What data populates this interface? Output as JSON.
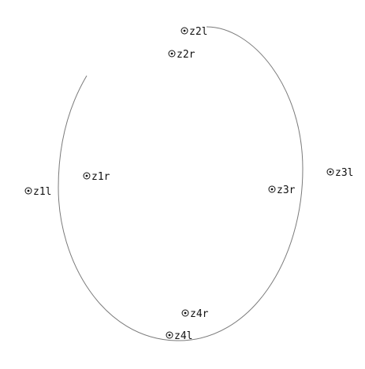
{
  "points": [
    {
      "id": "z1l",
      "label": "z1l",
      "icon": "circled-dot-icon"
    },
    {
      "id": "z1r",
      "label": "z1r",
      "icon": "circled-dot-icon"
    },
    {
      "id": "z2l",
      "label": "z2l",
      "icon": "circled-dot-icon"
    },
    {
      "id": "z2r",
      "label": "z2r",
      "icon": "circled-dot-icon"
    },
    {
      "id": "z3l",
      "label": "z3l",
      "icon": "circled-dot-icon"
    },
    {
      "id": "z3r",
      "label": "z3r",
      "icon": "circled-dot-icon"
    },
    {
      "id": "z4l",
      "label": "z4l",
      "icon": "circled-dot-icon"
    },
    {
      "id": "z4r",
      "label": "z4r",
      "icon": "circled-dot-icon"
    }
  ],
  "colors": {
    "stroke": "#7a7a7a",
    "text": "#111111",
    "background": "#ffffff"
  }
}
